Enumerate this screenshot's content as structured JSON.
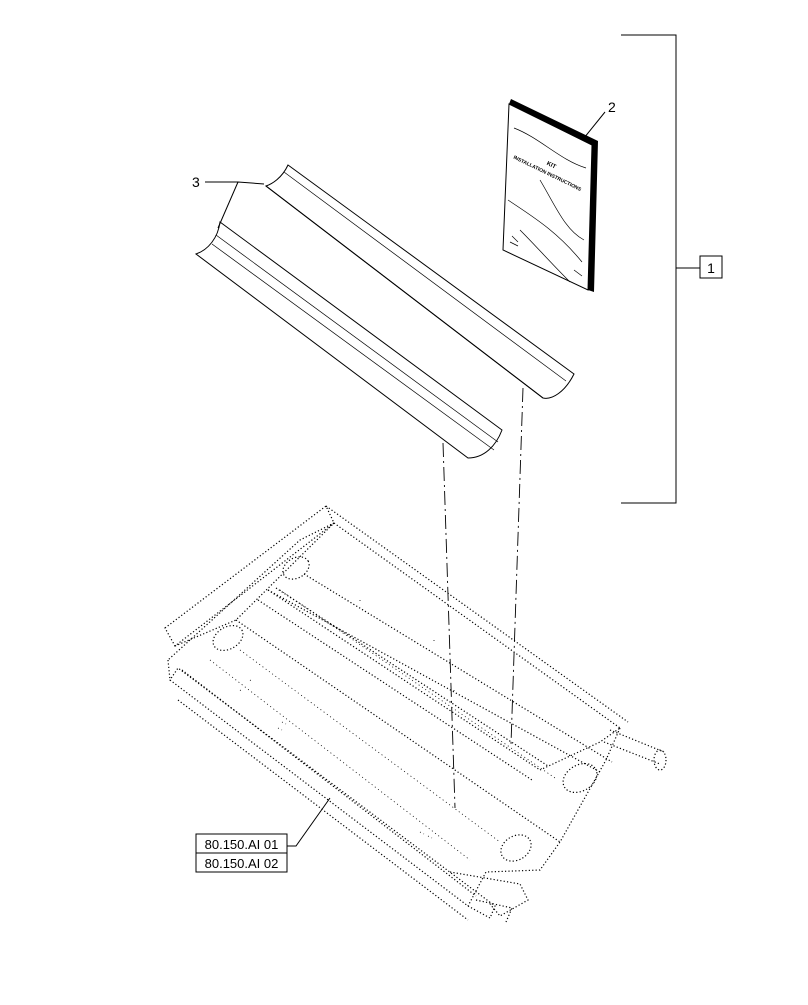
{
  "callouts": {
    "item_1": "1",
    "item_2": "2",
    "item_3": "3"
  },
  "references": [
    "80.150.AI 01",
    "80.150.AI 02"
  ],
  "manual": {
    "title_line_1": "KIT",
    "title_line_2": "INSTALLATION INSTRUCTIONS"
  }
}
